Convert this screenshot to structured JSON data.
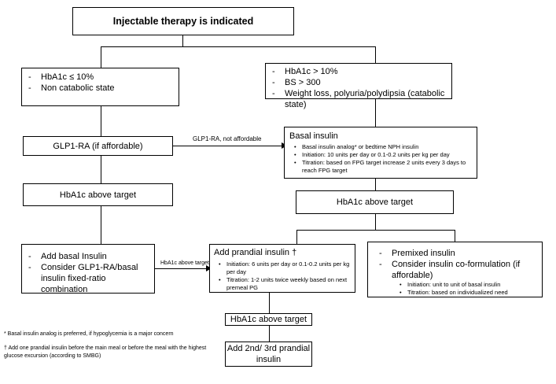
{
  "diagram": {
    "title": "Injectable therapy is indicated",
    "left_criteria": [
      "HbA1c ≤ 10%",
      "Non catabolic state"
    ],
    "right_criteria": [
      "HbA1c > 10%",
      "BS > 300",
      "Weight loss, polyuria/polydipsia (catabolic state)"
    ],
    "glp1": "GLP1-RA (if affordable)",
    "glp1_not_affordable": "GLP1-RA, not affordable",
    "basal": {
      "title": "Basal insulin",
      "items": [
        "Basal insulin analog* or bedtime NPH insulin",
        "Initiation: 10 units per day or 0.1-0.2 units per kg per day",
        "Titration: based on FPG target increase 2 units every 3 days to reach FPG target"
      ]
    },
    "hba1c_target": "HbA1c above target",
    "add_basal": [
      "Add basal Insulin",
      "Consider GLP1-RA/basal insulin fixed-ratio combination"
    ],
    "hba1c_above_target_small": "HbA1c above target",
    "prandial": {
      "title": "Add prandial insulin †",
      "items": [
        "Initiation: 6 units per day or 0.1-0.2 units per kg per day",
        "Titration: 1-2 units twice weekly based on next premeal PG"
      ]
    },
    "premixed": {
      "items": [
        "Premixed insulin",
        "Consider insulin co-formulation (if affordable)"
      ],
      "subitems": [
        "Initiation: unit to unit of basal insulin",
        "Titration: based on individualized need"
      ]
    },
    "add_second": "Add 2nd/ 3rd prandial insulin",
    "footnotes": [
      "* Basal insulin analog is preferred, if hypoglycemia is a major concern",
      "† Add one prandial insulin before the main meal or before the meal with the highest glucose excursion (according to SMBG)"
    ]
  }
}
